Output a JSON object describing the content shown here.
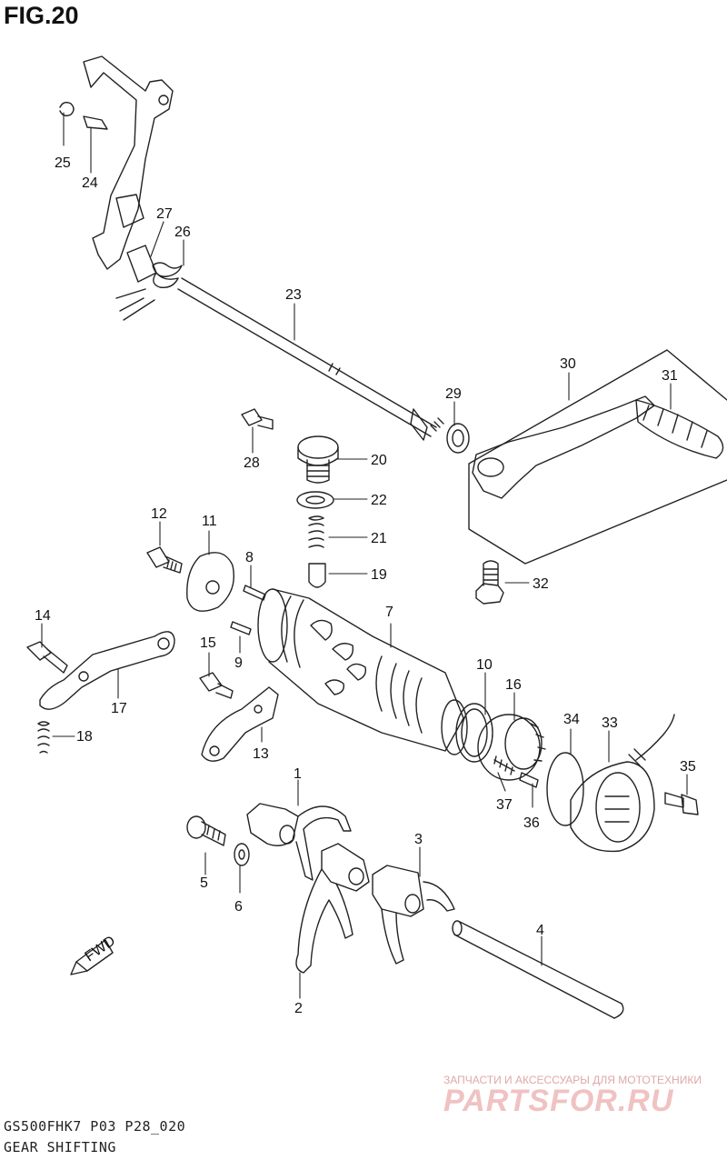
{
  "figure": {
    "title": "FIG.20",
    "model_code": "GS500FHK7 P03 P28_020",
    "caption": "GEAR SHIFTING"
  },
  "watermark": {
    "tagline": "ЗАПЧАСТИ И АКСЕССУАРЫ ДЛЯ МОТОТЕХНИКИ",
    "brand": "PARTSFOR.RU"
  },
  "direction_marker": "FWD",
  "callouts": [
    "1",
    "2",
    "3",
    "4",
    "5",
    "6",
    "7",
    "8",
    "9",
    "10",
    "11",
    "12",
    "13",
    "14",
    "15",
    "16",
    "17",
    "18",
    "19",
    "20",
    "21",
    "22",
    "23",
    "24",
    "25",
    "26",
    "27",
    "28",
    "29",
    "30",
    "31",
    "32",
    "33",
    "34",
    "35",
    "36",
    "37"
  ]
}
